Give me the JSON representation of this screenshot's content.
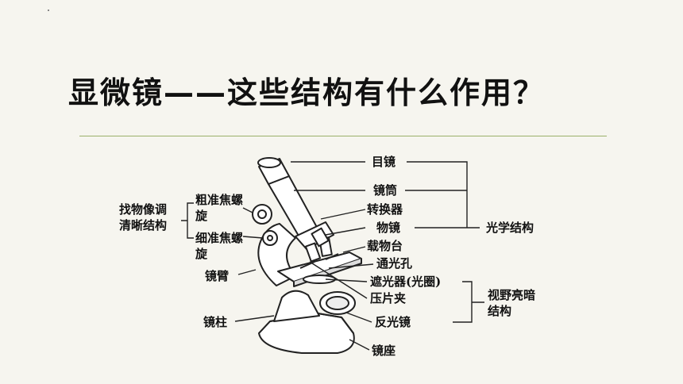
{
  "title": "显微镜——这些结构有什么作用？",
  "labels": {
    "eyepiece": "目镜",
    "tube": "镜筒",
    "nosepiece": "转换器",
    "objective": "物镜",
    "stage": "载物台",
    "stage_hole": "通光孔",
    "diaphragm": "遮光器(光圈)",
    "clips": "压片夹",
    "mirror": "反光镜",
    "base": "镜座",
    "coarse_knob": "粗准焦螺旋",
    "fine_knob": "细准焦螺旋",
    "arm": "镜臂",
    "pillar": "镜柱",
    "focus_group": "找物像调清晰结构",
    "optical_group": "光学结构",
    "brightness_group": "视野亮暗结构"
  },
  "colors": {
    "background": "#f6f5ef",
    "rule": "#9ab06a",
    "ink": "#111111"
  }
}
